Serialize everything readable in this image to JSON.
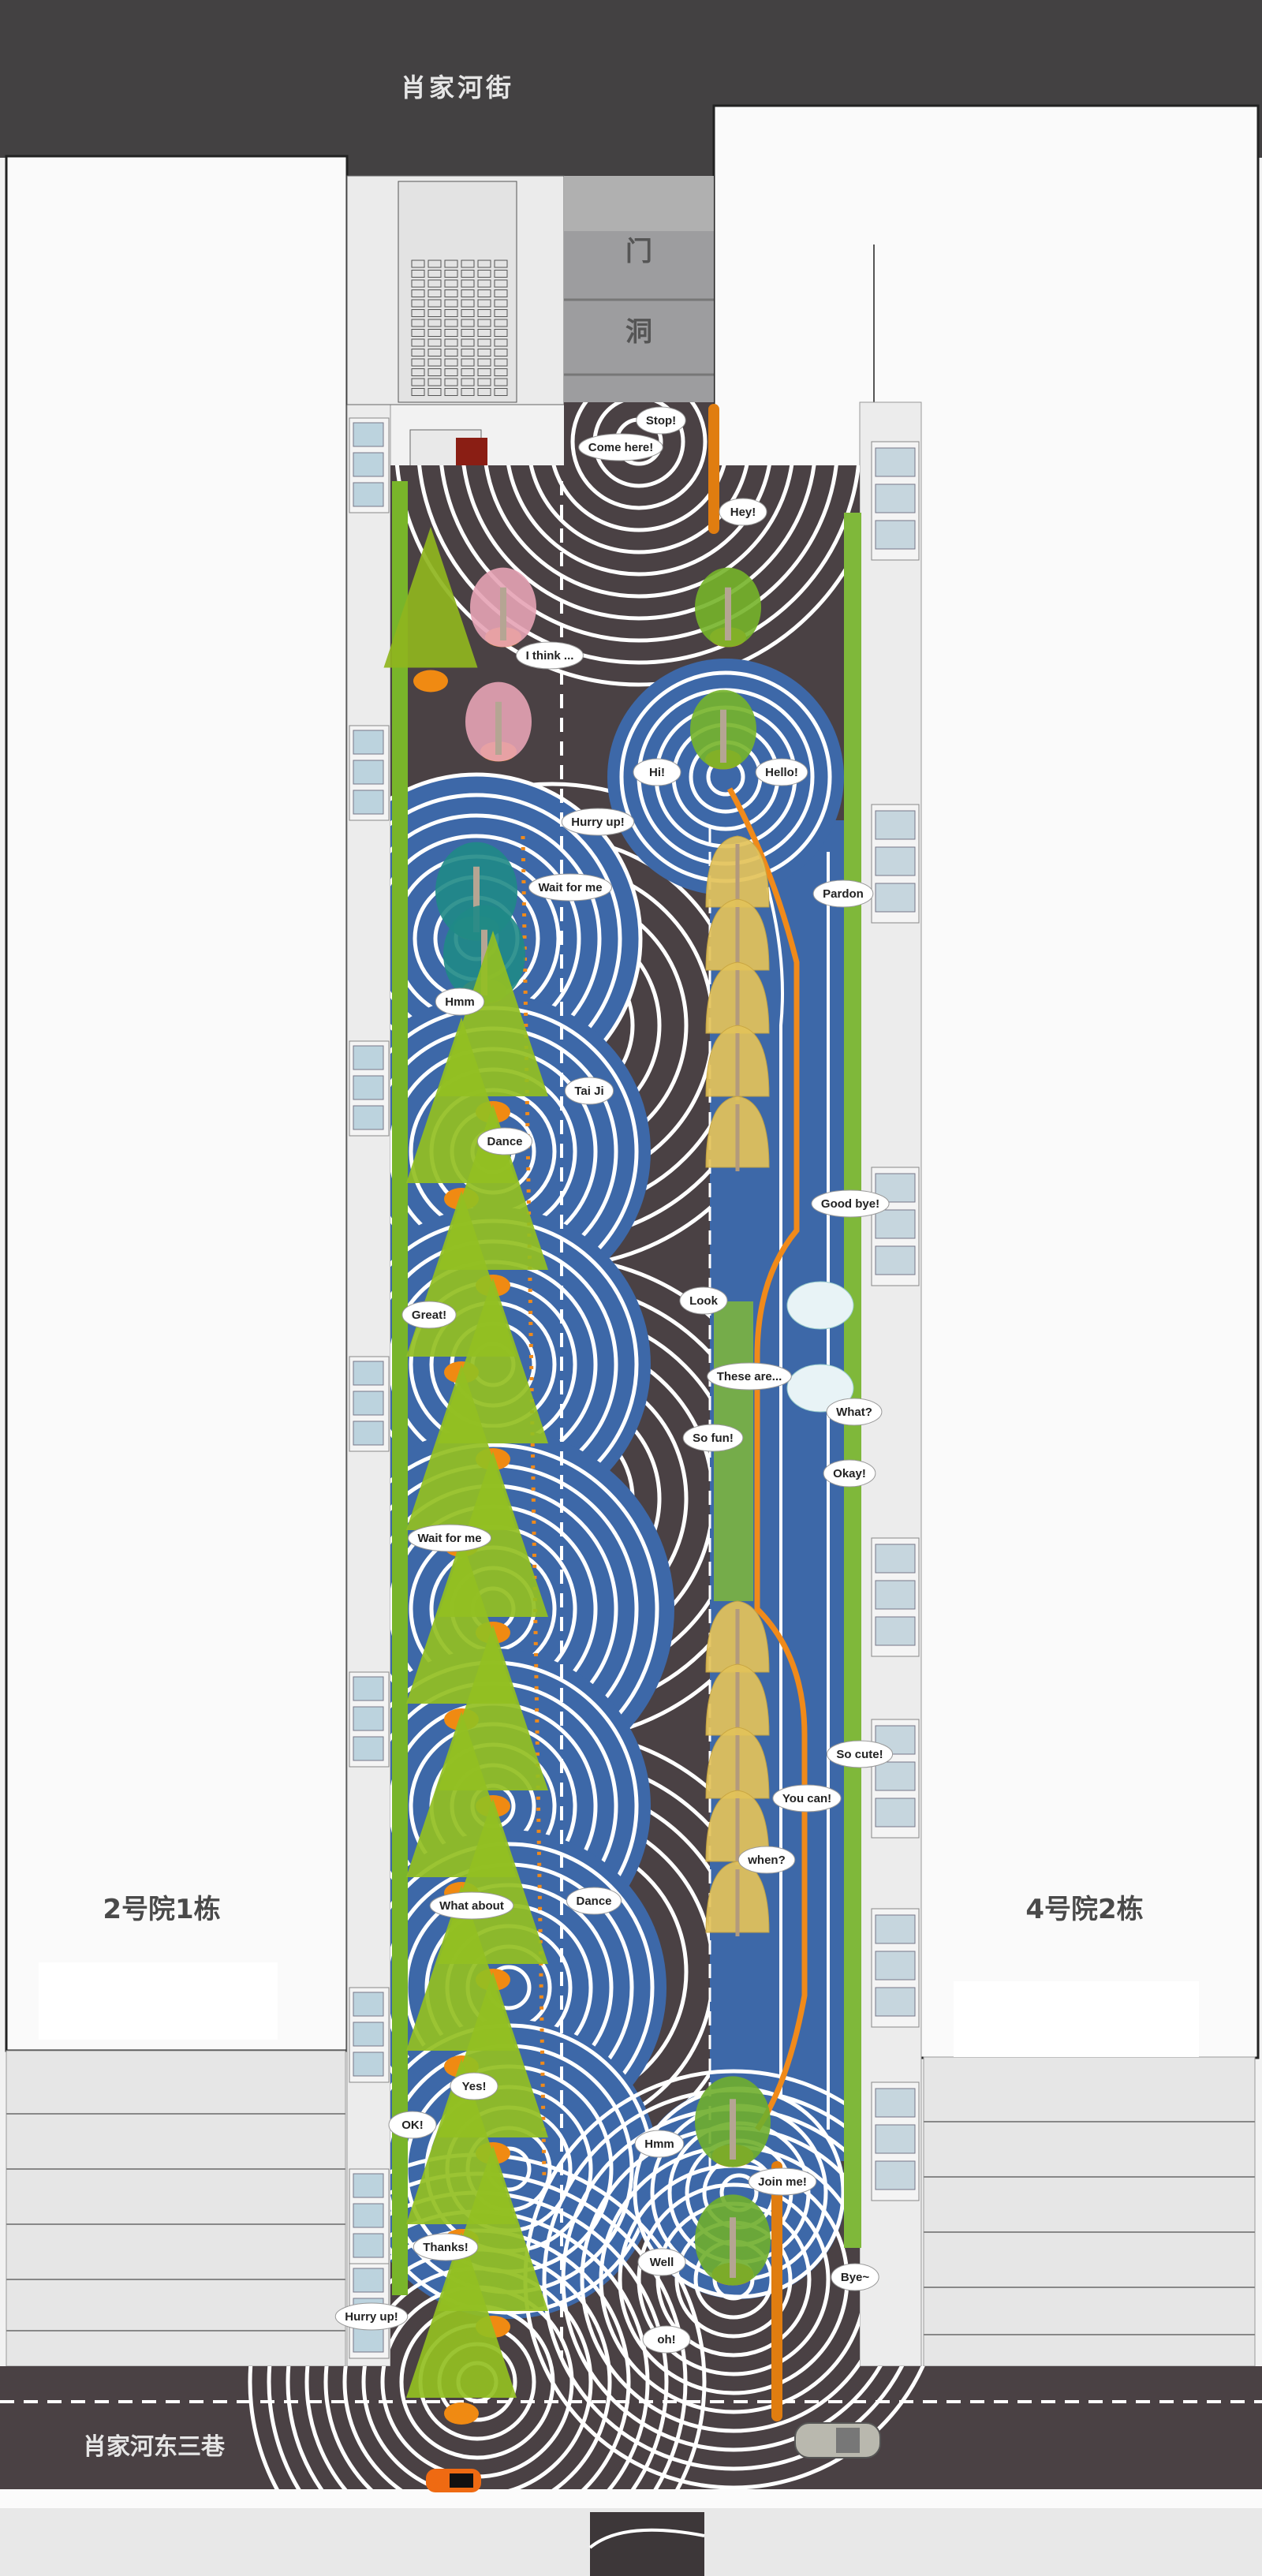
{
  "streets": {
    "north": "肖家河街",
    "south": "肖家河东三巷"
  },
  "gate": {
    "char1": "门",
    "char2": "洞"
  },
  "buildings": {
    "west": "2号院1栋",
    "east": "4号院2栋"
  },
  "bubbles": [
    "Stop!",
    "Come here!",
    "Hey!",
    "I think ...",
    "Hi!",
    "Hello!",
    "Hurry up!",
    "Wait for me",
    "Pardon",
    "Hmm",
    "Tai Ji",
    "Dance",
    "Good bye!",
    "Look",
    "Great!",
    "These are...",
    "What?",
    "So fun!",
    "Okay!",
    "Wait for me",
    "So cute!",
    "You can!",
    "when?",
    "What about",
    "Dance",
    "Yes!",
    "OK!",
    "Hmm",
    "Join me!",
    "Thanks!",
    "Well",
    "Bye~",
    "Hurry up!",
    "oh!"
  ],
  "colors": {
    "paving": "#4a4144",
    "blue": "#3d68a8",
    "street": "#434142",
    "orange": "#e8800f",
    "green": "#8fbf1e"
  }
}
